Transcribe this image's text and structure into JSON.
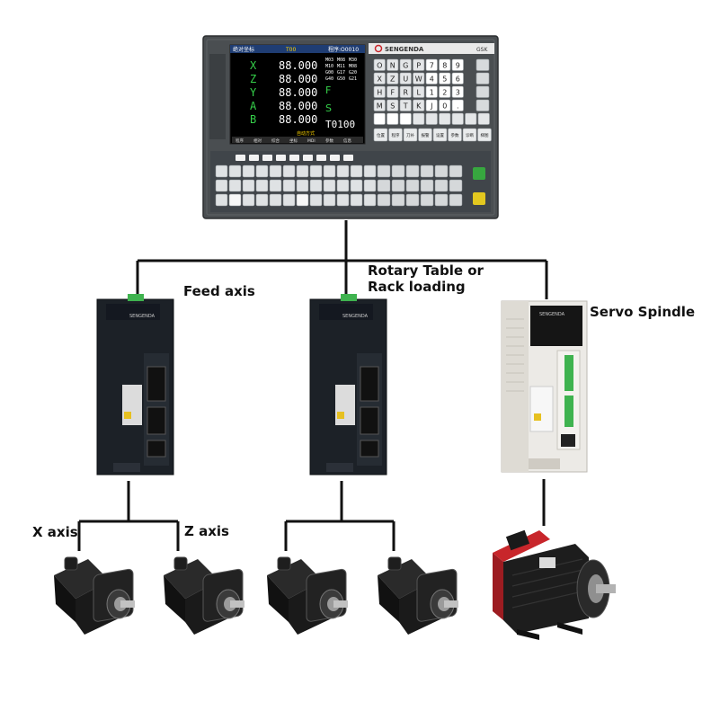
{
  "controller": {
    "brand": "SENGENDA",
    "model": "GSK",
    "screen": {
      "header_left": "绝对坐标",
      "header_mid": "T00",
      "header_right": "程序:O0010",
      "axes": [
        {
          "axis": "X",
          "value": "88.000"
        },
        {
          "axis": "Z",
          "value": "88.000"
        },
        {
          "axis": "Y",
          "value": "88.000"
        },
        {
          "axis": "A",
          "value": "88.000"
        },
        {
          "axis": "B",
          "value": "88.000"
        }
      ],
      "gcodes": [
        "M03",
        "M08",
        "M30",
        "M10",
        "M11",
        "M08",
        "G00",
        "G17",
        "G20",
        "G40",
        "G50",
        "G21"
      ],
      "f_label": "F",
      "s_label": "S",
      "tool": "T0100",
      "footer": "自动方式",
      "softkeys": [
        "程序",
        "相对",
        "综合",
        "坐标",
        "MDI",
        "参数",
        "信息"
      ]
    },
    "keypad_chars": [
      "O",
      "N",
      "G",
      "P",
      "7",
      "8",
      "9",
      "X",
      "Z",
      "U",
      "W",
      "4",
      "5",
      "6",
      "H",
      "F",
      "R",
      "L",
      "1",
      "2",
      "3",
      "M",
      "S",
      "T",
      "K",
      "J",
      "0",
      "."
    ],
    "softbar_labels": [
      "位置",
      "程序",
      "刀补",
      "报警",
      "设置",
      "参数",
      "诊断",
      "梯图"
    ]
  },
  "labels": {
    "feed_axis": "Feed axis",
    "rotary_line1": "Rotary Table or",
    "rotary_line2": "Rack loading",
    "servo_spindle": "Servo Spindle",
    "x_axis": "X axis",
    "z_axis": "Z axis"
  },
  "drives": [
    {
      "id": "feed",
      "brand": "SENGENDA"
    },
    {
      "id": "rotary",
      "brand": "SENGENDA"
    },
    {
      "id": "spindle",
      "brand": "SENGENDA"
    }
  ],
  "colors": {
    "controller_body": "#4a4e51",
    "screen_bg": "#000000",
    "screen_text": "#ffffff",
    "screen_accent_green": "#35d04a",
    "drive_dark": "#1c2127",
    "drive_light": "#eceae6",
    "motor_body": "#1a1a1a",
    "spindle_accent": "#c8262b",
    "connector_green": "#3fb34f",
    "wire": "#111111"
  }
}
